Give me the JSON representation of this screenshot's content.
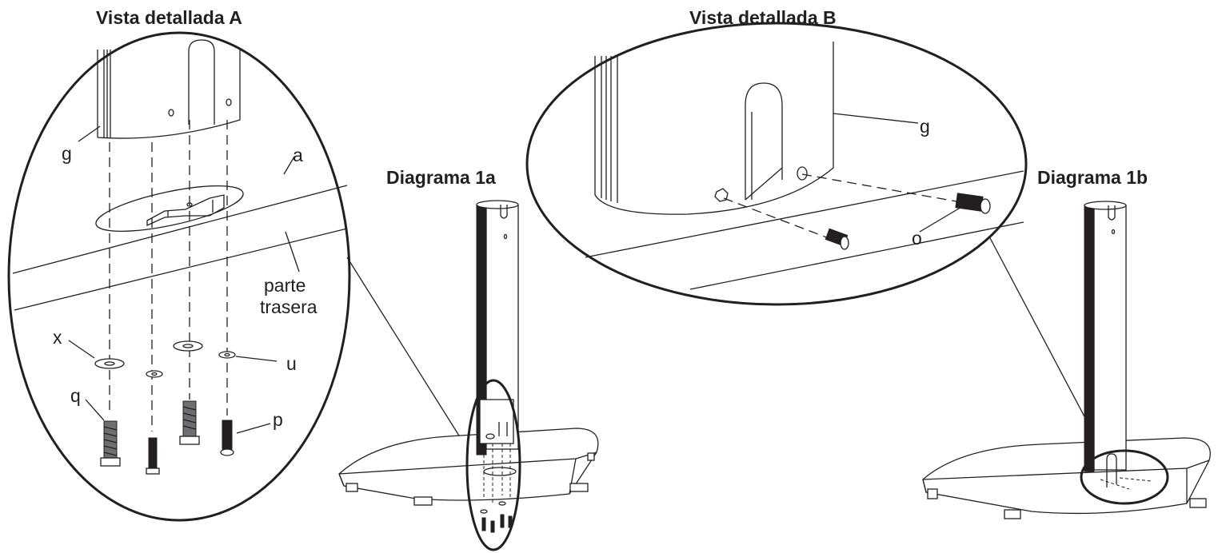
{
  "titles": {
    "detail_a": "Vista detallada A",
    "detail_b": "Vista detallada B",
    "diagram_1a": "Diagrama 1a",
    "diagram_1b": "Diagrama 1b"
  },
  "labels": {
    "g_a": "g",
    "a": "a",
    "back_line1": "parte",
    "back_line2": "trasera",
    "x": "x",
    "u": "u",
    "q": "q",
    "p": "p",
    "g_b": "g",
    "o": "o"
  }
}
